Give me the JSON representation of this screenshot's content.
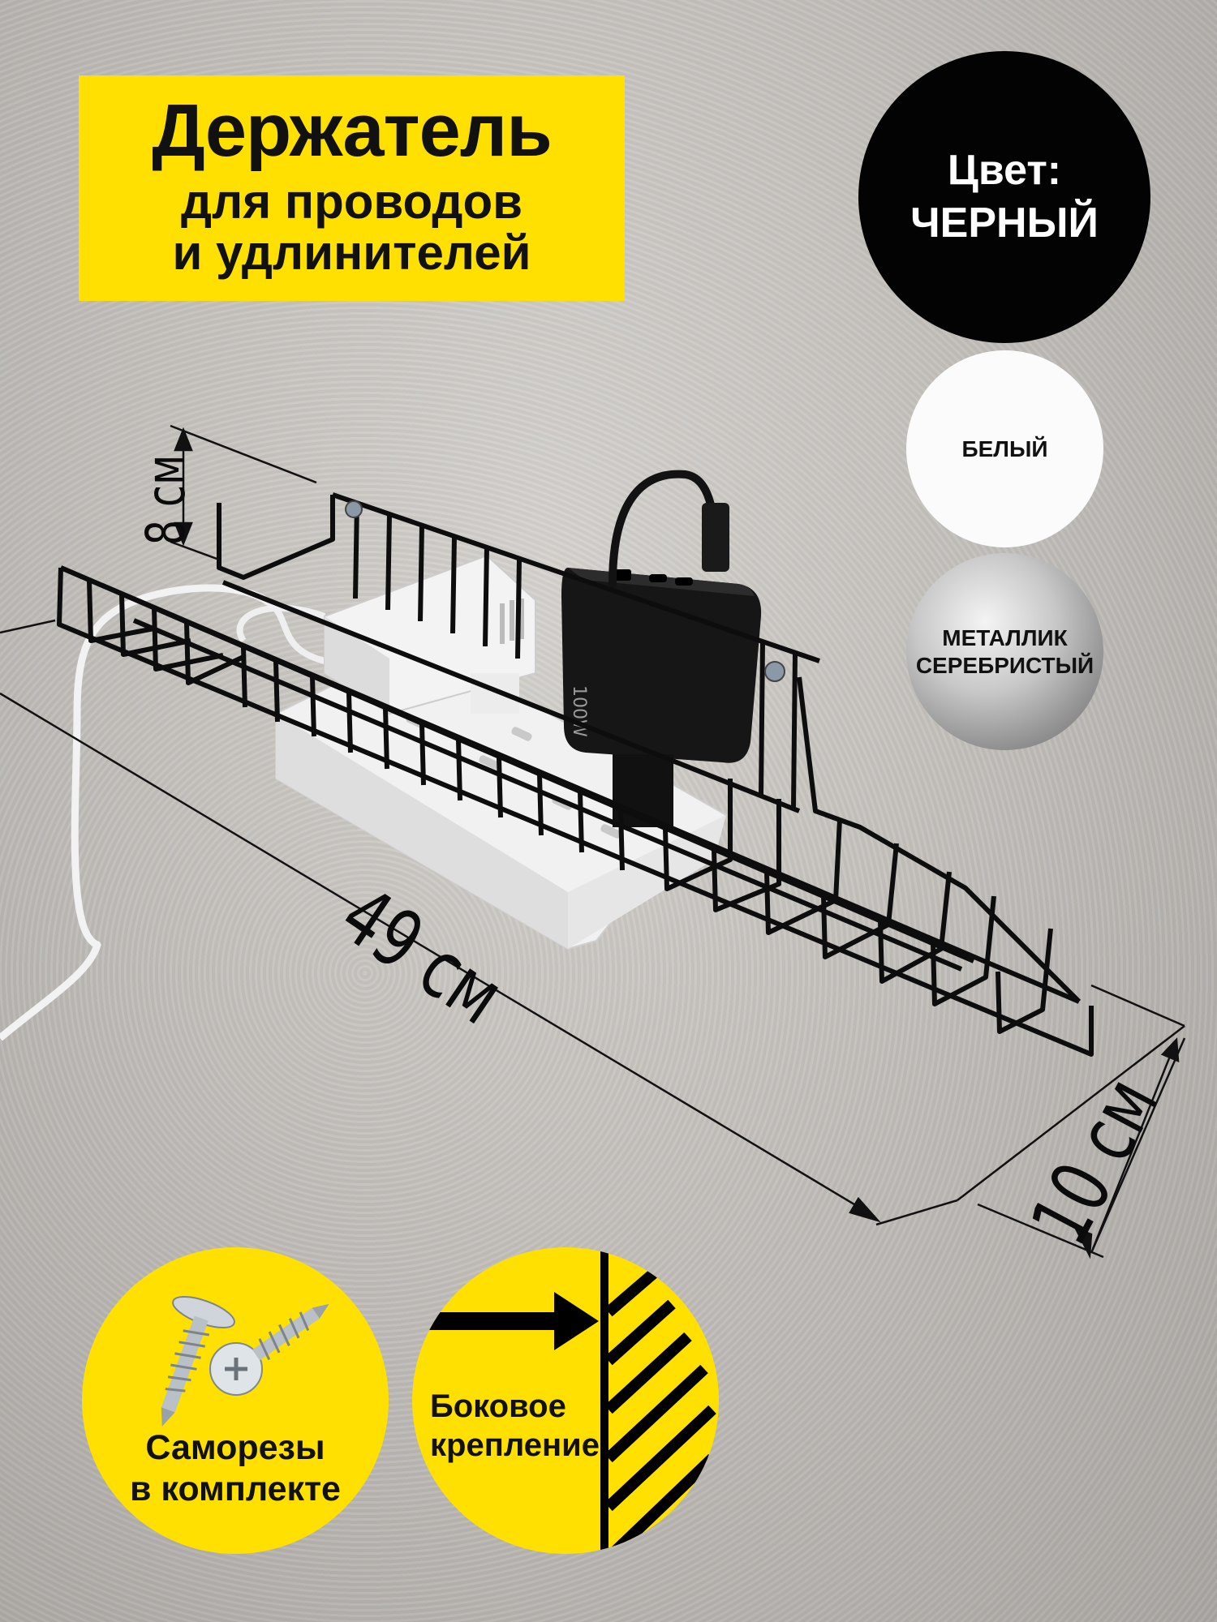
{
  "title": {
    "main": "Держатель",
    "sub_line1": "для проводов",
    "sub_line2": "и удлинителей"
  },
  "colors": {
    "label": "Цвет:",
    "selected": "ЧЕРНЫЙ",
    "options": [
      {
        "name": "БЕЛЫЙ"
      },
      {
        "name_line1": "МЕТАЛЛИК",
        "name_line2": "СЕРЕБРИСТЫЙ"
      }
    ]
  },
  "dimensions": {
    "height": "8 см",
    "length": "49 см",
    "depth": "10 см"
  },
  "features": {
    "screws_line1": "Саморезы",
    "screws_line2": "в комплекте",
    "mount_line1": "Боковое",
    "mount_line2": "крепление"
  },
  "product_labels": {
    "adapter_wattage": "100W"
  },
  "palette": {
    "accent_yellow": "#ffe000",
    "black": "#030303",
    "white": "#fbfbfb",
    "wall_gray": "#c3c0bc"
  }
}
